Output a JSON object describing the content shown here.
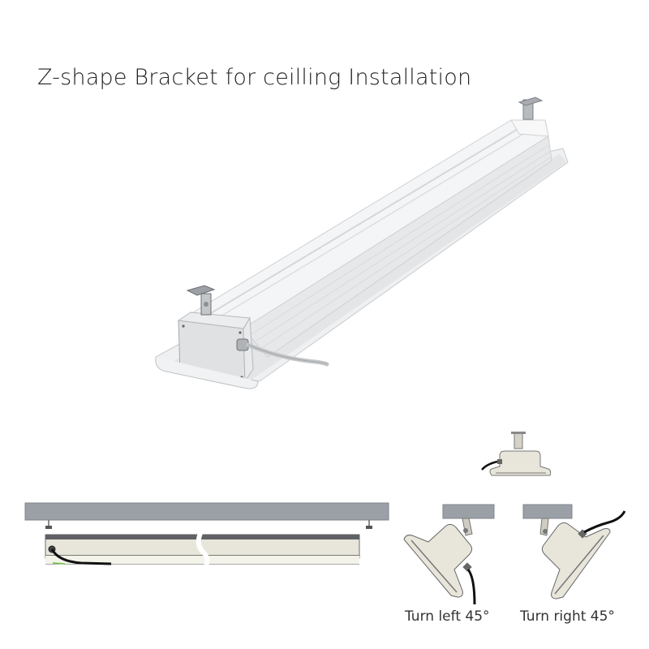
{
  "title": "Z-shape Bracket for ceilling Installation",
  "captions": {
    "turn_left": "Turn left 45°",
    "turn_right": "Turn right 45°"
  },
  "colors": {
    "ceiling": "#9aa0a6",
    "housing_light": "#e8e6da",
    "fixture_white": "#f2f3f4",
    "fixture_shade": "#d6d8da",
    "cable": "#1a1a1a",
    "grey_cable": "#c8cacc"
  },
  "figures": [
    {
      "name": "fixture-3d-view",
      "description": "Linear high-bay fixture with Z-shape brackets, perspective view"
    },
    {
      "name": "front-elevation",
      "description": "Fixture hung below ceiling beam, broken-length front view"
    },
    {
      "name": "end-view-straight",
      "description": "End view of fixture, straight orientation"
    },
    {
      "name": "end-view-left-45",
      "description": "End view, rotated left 45°"
    },
    {
      "name": "end-view-right-45",
      "description": "End view, rotated right 45°"
    }
  ]
}
